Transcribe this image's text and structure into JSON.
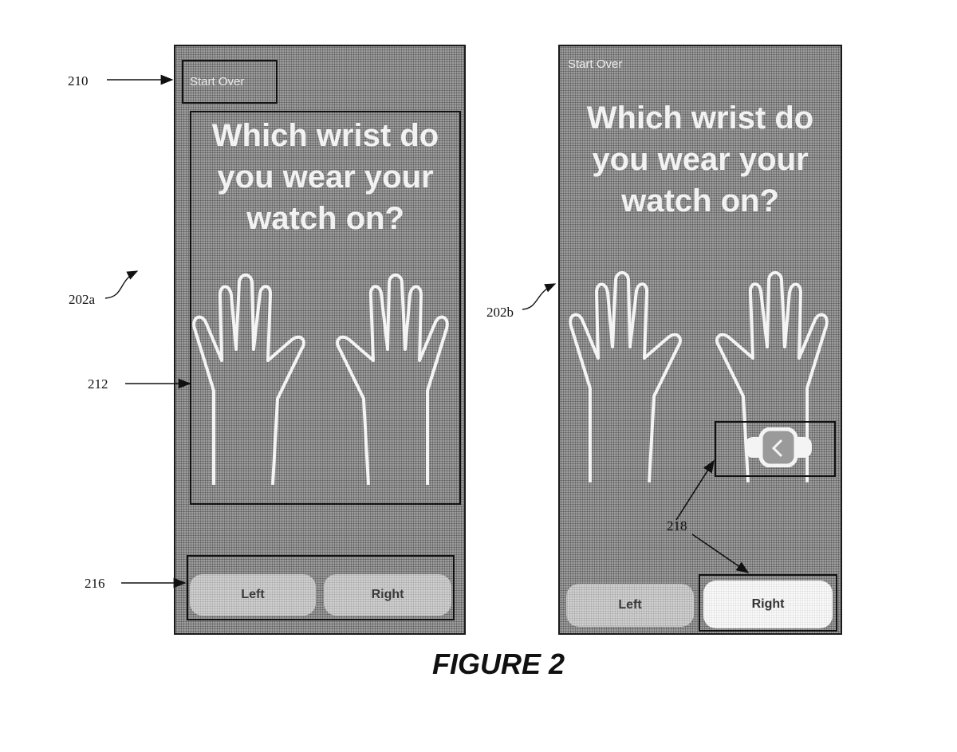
{
  "figure_caption": "FIGURE 2",
  "screens": [
    {
      "ref_label": "202a",
      "start_over": "Start Over",
      "question_lines": [
        "Which wrist do",
        "you wear your",
        "watch on?"
      ],
      "buttons": {
        "left": "Left",
        "right": "Right"
      },
      "selected": null
    },
    {
      "ref_label": "202b",
      "start_over": "Start Over",
      "question_lines": [
        "Which wrist do",
        "you wear your",
        "watch on?"
      ],
      "buttons": {
        "left": "Left",
        "right": "Right"
      },
      "selected": "right"
    }
  ],
  "reference_labels": {
    "start_over_box": "210",
    "hands_region": "212",
    "button_row": "216",
    "selection_indicator": "218"
  },
  "icons": [
    "left-hand-icon",
    "right-hand-icon",
    "watch-icon",
    "arrow-icon"
  ],
  "colors": {
    "screen_bg": "#8f8f8f",
    "text": "#f2f2f2",
    "selected_button": "#fafafa"
  }
}
